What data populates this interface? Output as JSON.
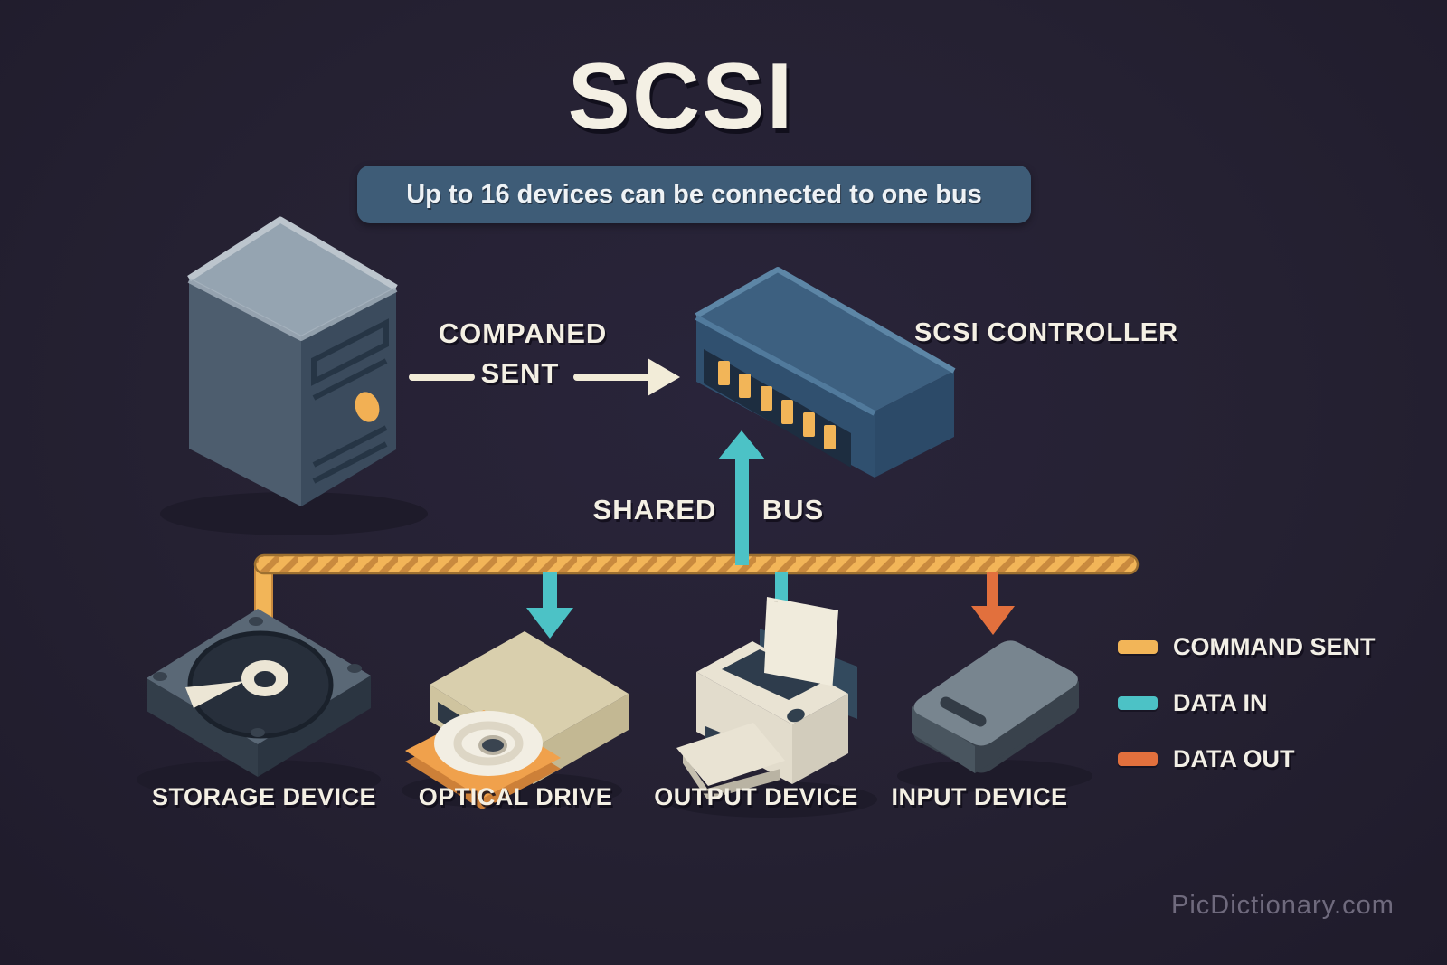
{
  "title": "SCSI",
  "subtitle": "Up to 16 devices can be connected to one bus",
  "flow_labels": {
    "command_line1": "COMPANED",
    "command_line2": "SENT",
    "controller": "SCSI CONTROLLER",
    "shared": "SHARED",
    "bus": "BUS"
  },
  "devices": [
    {
      "id": "storage-device",
      "label": "STORAGE DEVICE",
      "connection": "command-sent"
    },
    {
      "id": "optical-drive",
      "label": "OPTICAL DRIVE",
      "connection": "data-in"
    },
    {
      "id": "output-device",
      "label": "OUTPUT DEVICE",
      "connection": "data-in"
    },
    {
      "id": "input-device",
      "label": "INPUT DEVICE",
      "connection": "data-out"
    }
  ],
  "legend": [
    {
      "label": "COMMAND SENT",
      "color": "#f2b558"
    },
    {
      "label": "DATA IN",
      "color": "#4cc2c6"
    },
    {
      "label": "DATA OUT",
      "color": "#e2703d"
    }
  ],
  "watermark": "PicDictionary.com",
  "colors": {
    "background": "#252132",
    "banner": "#3e5c77",
    "command_sent": "#f2b558",
    "data_in": "#4cc2c6",
    "data_out": "#e2703d",
    "command_arrow": "#f2ecd8",
    "text": "#f4f0e4"
  }
}
